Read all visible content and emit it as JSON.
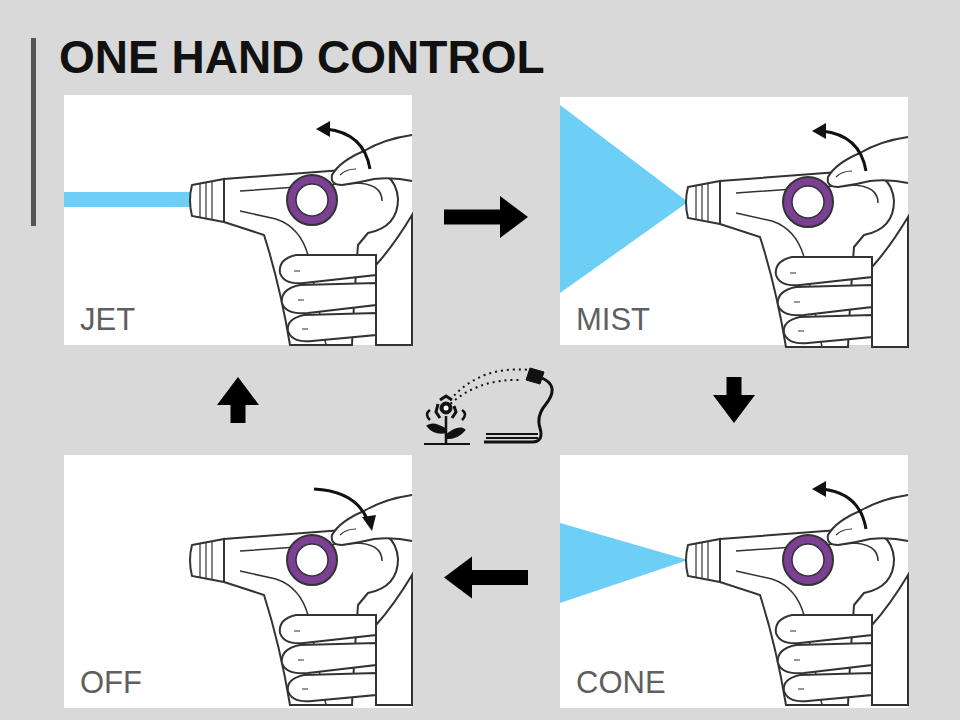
{
  "diagram": {
    "title": "ONE HAND CONTROL",
    "nodes": [
      {
        "text": [
          "JET"
        ]
      },
      {
        "text": [
          "MIST"
        ]
      },
      {
        "text": [
          "OFF"
        ]
      },
      {
        "text": [
          "CONE"
        ]
      }
    ],
    "edges": [
      {
        "from": 0,
        "to": 1,
        "arrow": "to"
      },
      {
        "from": 1,
        "to": 3,
        "arrow": "to"
      },
      {
        "from": 3,
        "to": 2,
        "arrow": "to"
      },
      {
        "from": 2,
        "to": 0,
        "arrow": "to"
      }
    ]
  }
}
